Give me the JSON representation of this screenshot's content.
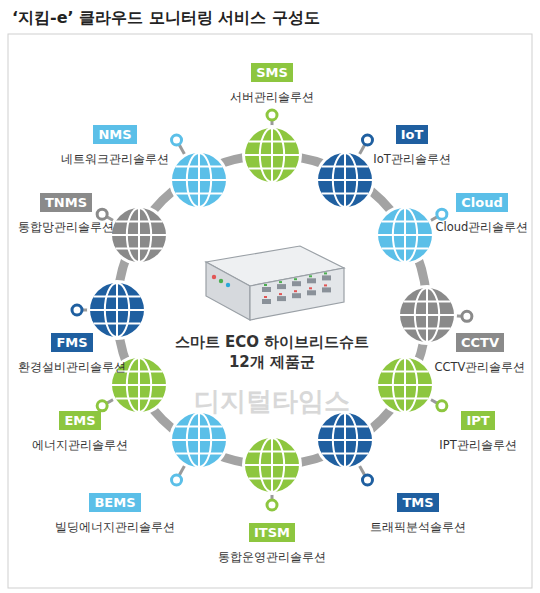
{
  "diagram": {
    "title": "‘지킴-e’ 클라우드 모니터링 서비스 구성도",
    "nodes": [
      {
        "text": [
          "SMS",
          "서버관리솔루션"
        ]
      },
      {
        "text": [
          "IoT",
          "IoT관리솔루션"
        ]
      },
      {
        "text": [
          "Cloud",
          "Cloud관리솔루션"
        ]
      },
      {
        "text": [
          "CCTV",
          "CCTV관리솔루션"
        ]
      },
      {
        "text": [
          "IPT",
          "IPT관리솔루션"
        ]
      },
      {
        "text": [
          "TMS",
          "트래픽분석솔루션"
        ]
      },
      {
        "text": [
          "ITSM",
          "통합운영관리솔루션"
        ]
      },
      {
        "text": [
          "BEMS",
          "빌딩에너지관리솔루션"
        ]
      },
      {
        "text": [
          "EMS",
          "에너지관리솔루션"
        ]
      },
      {
        "text": [
          "FMS",
          "환경설비관리솔루션"
        ]
      },
      {
        "text": [
          "TNMS",
          "통합망관리솔루션"
        ]
      },
      {
        "text": [
          "NMS",
          "네트워크관리솔루션"
        ]
      }
    ],
    "labels": [
      "스마트 ECO 하이브리드슈트 12개 제품군",
      "디지털타임스"
    ]
  }
}
